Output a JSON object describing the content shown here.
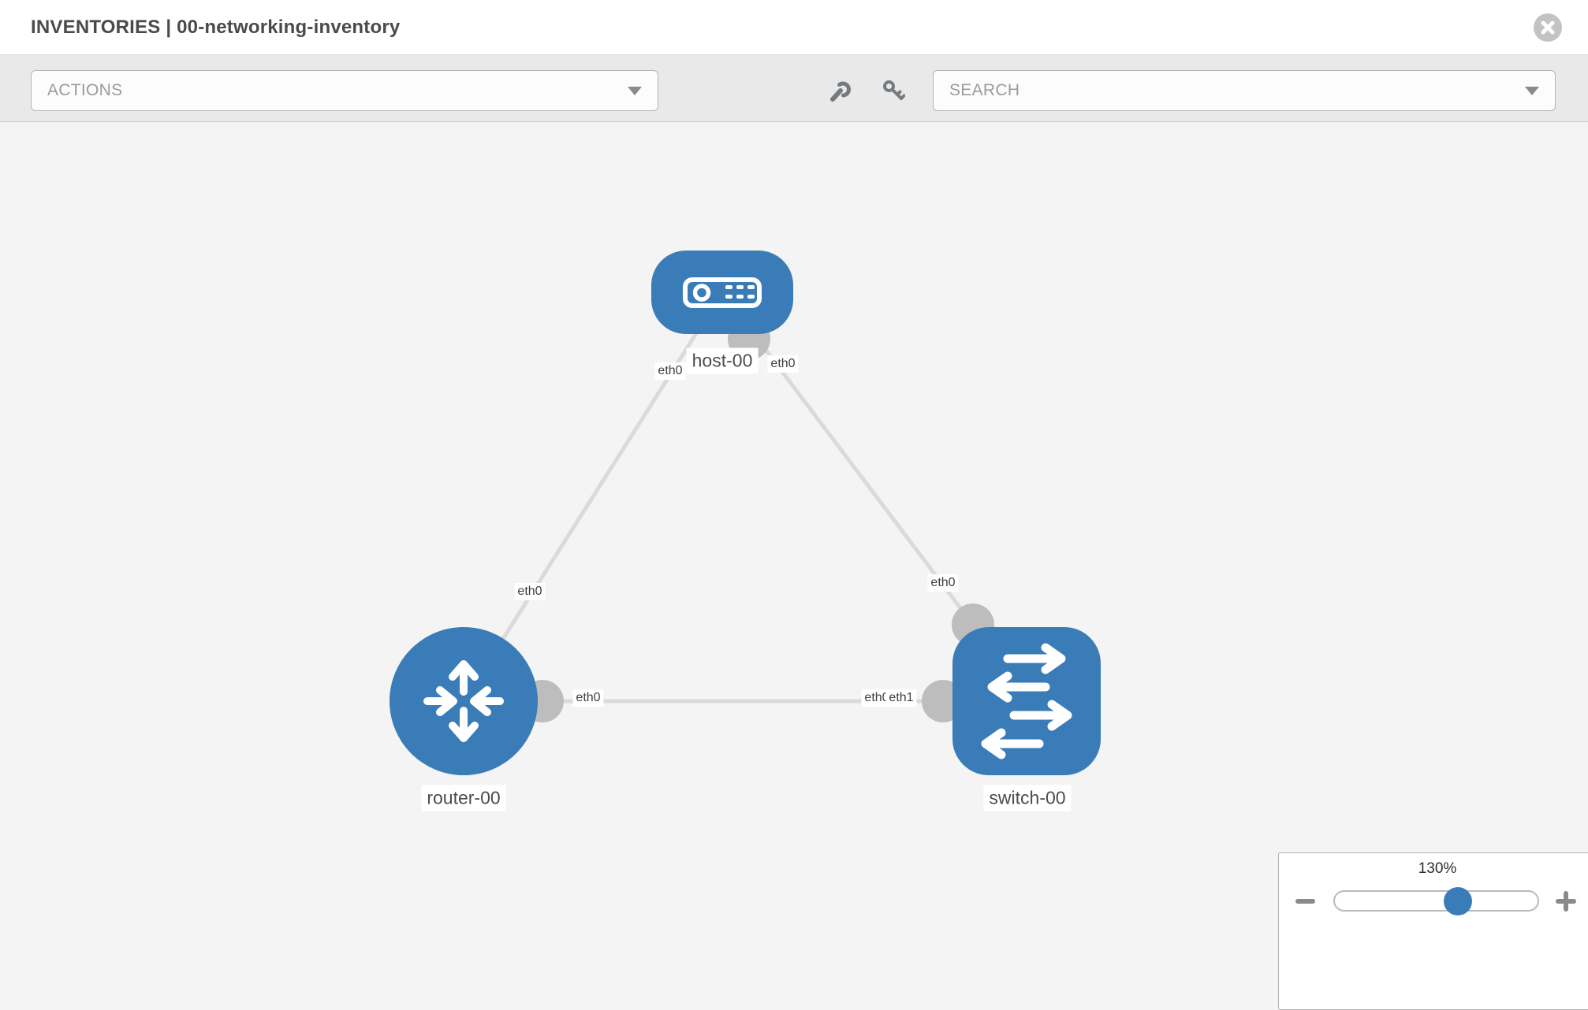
{
  "header": {
    "title": "INVENTORIES | 00-networking-inventory"
  },
  "toolbar": {
    "actions_label": "ACTIONS",
    "search_label": "SEARCH",
    "icons": [
      "wrench-icon",
      "key-icon"
    ]
  },
  "topology": {
    "nodes": [
      {
        "id": "host-00",
        "type": "host",
        "label": "host-00"
      },
      {
        "id": "router-00",
        "type": "router",
        "label": "router-00"
      },
      {
        "id": "switch-00",
        "type": "switch",
        "label": "switch-00"
      }
    ],
    "links": [
      {
        "from": "host-00",
        "to": "router-00"
      },
      {
        "from": "host-00",
        "to": "switch-00"
      },
      {
        "from": "router-00",
        "to": "switch-00"
      }
    ],
    "interfaces": {
      "host_left": "eth0",
      "host_right": "eth0",
      "router_link_mid": "eth0",
      "switch_top": "eth0",
      "router_right": "eth0",
      "switch_left_under": "eth0",
      "switch_left_over": "eth1"
    }
  },
  "zoom": {
    "level": "130%"
  },
  "colors": {
    "node_blue": "#3a7cb8",
    "link_gray": "#dadada",
    "endpoint_gray": "#bdbdbd",
    "toolbar_bg": "#e9e9e9",
    "canvas_bg": "#f4f4f4",
    "close_btn_gray": "#c3c3c3"
  }
}
